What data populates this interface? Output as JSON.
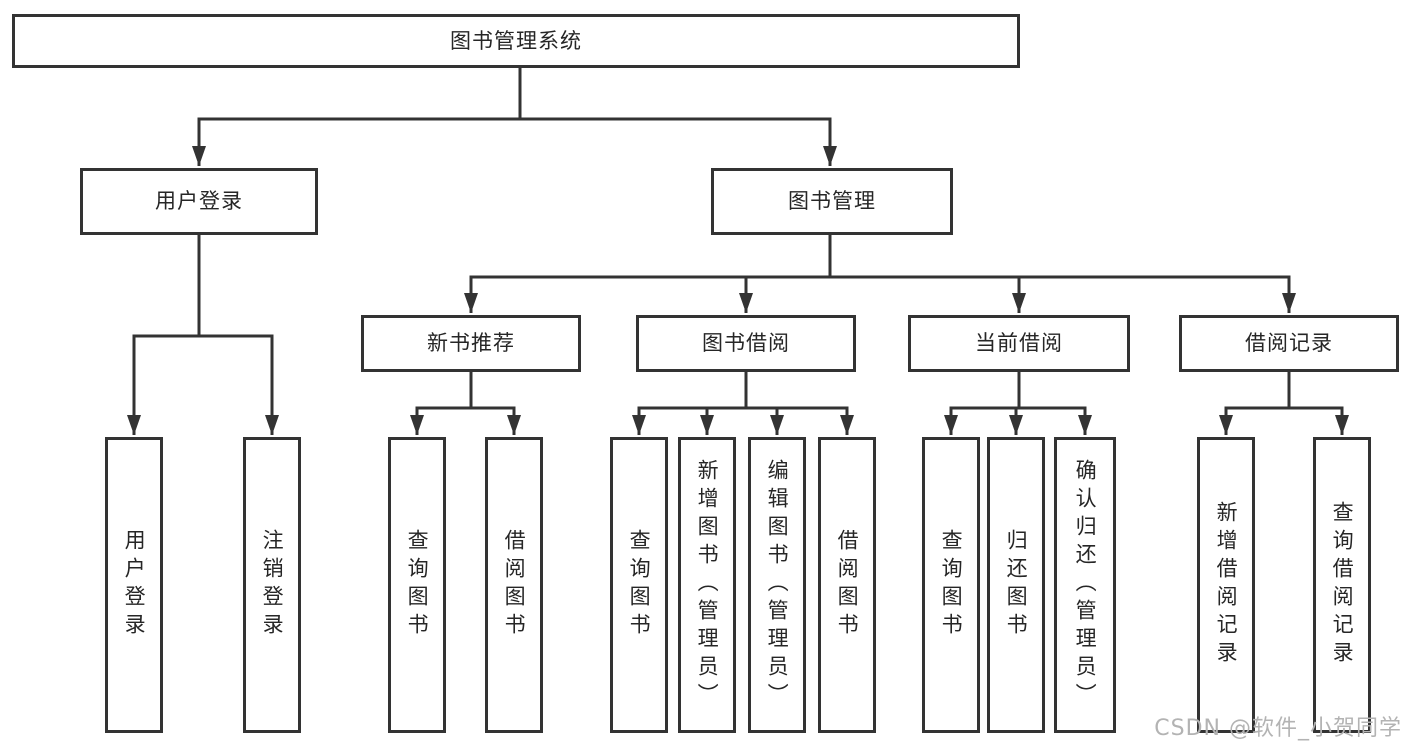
{
  "tree": {
    "label": "图书管理系统",
    "children": [
      {
        "label": "用户登录",
        "children": [
          {
            "label": "用户登录"
          },
          {
            "label": "注销登录"
          }
        ]
      },
      {
        "label": "图书管理",
        "children": [
          {
            "label": "新书推荐",
            "children": [
              {
                "label": "查询图书"
              },
              {
                "label": "借阅图书"
              }
            ]
          },
          {
            "label": "图书借阅",
            "children": [
              {
                "label": "查询图书"
              },
              {
                "label": "新增图书（管理员）"
              },
              {
                "label": "编辑图书（管理员）"
              },
              {
                "label": "借阅图书"
              }
            ]
          },
          {
            "label": "当前借阅",
            "children": [
              {
                "label": "查询图书"
              },
              {
                "label": "归还图书"
              },
              {
                "label": "确认归还（管理员）"
              }
            ]
          },
          {
            "label": "借阅记录",
            "children": [
              {
                "label": "新增借阅记录"
              },
              {
                "label": "查询借阅记录"
              }
            ]
          }
        ]
      }
    ]
  },
  "watermark": {
    "text": "CSDN @软件_小贺同学",
    "color": "#b3b3b3"
  },
  "colors": {
    "line": "#333333",
    "box_border": "#333333",
    "text": "#262626",
    "background": "#ffffff"
  }
}
